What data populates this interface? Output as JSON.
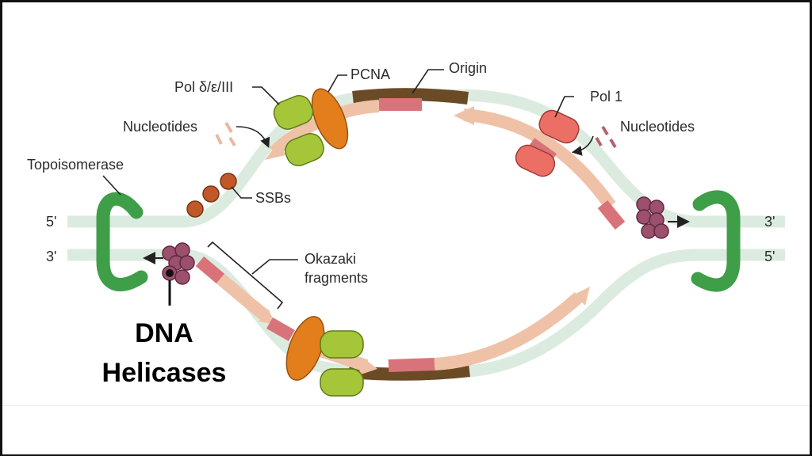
{
  "labels": {
    "pcna": "PCNA",
    "origin": "Origin",
    "pol_delta": "Pol δ/ε/III",
    "pol_1": "Pol 1",
    "nucleotides_left": "Nucleotides",
    "nucleotides_right": "Nucleotides",
    "topoisomerase": "Topoisomerase",
    "ssbs": "SSBs",
    "okazaki_line1": "Okazaki",
    "okazaki_line2": "fragments",
    "left_5prime": "5'",
    "left_3prime": "3'",
    "right_3prime": "3'",
    "right_5prime": "5'"
  },
  "headline": {
    "line1": "DNA",
    "line2": "Helicases"
  },
  "colors": {
    "strand": "#dcebe0",
    "origin": "#6b4a26",
    "primer": "#d9737a",
    "new_strand": "#efc2a8",
    "polymerase": "#a6c63a",
    "pcna": "#e27e1c",
    "pol1": "#ec6f66",
    "helicase": "#9d4f6e",
    "topoisomerase": "#3f9e48",
    "ssb": "#c1582a"
  }
}
